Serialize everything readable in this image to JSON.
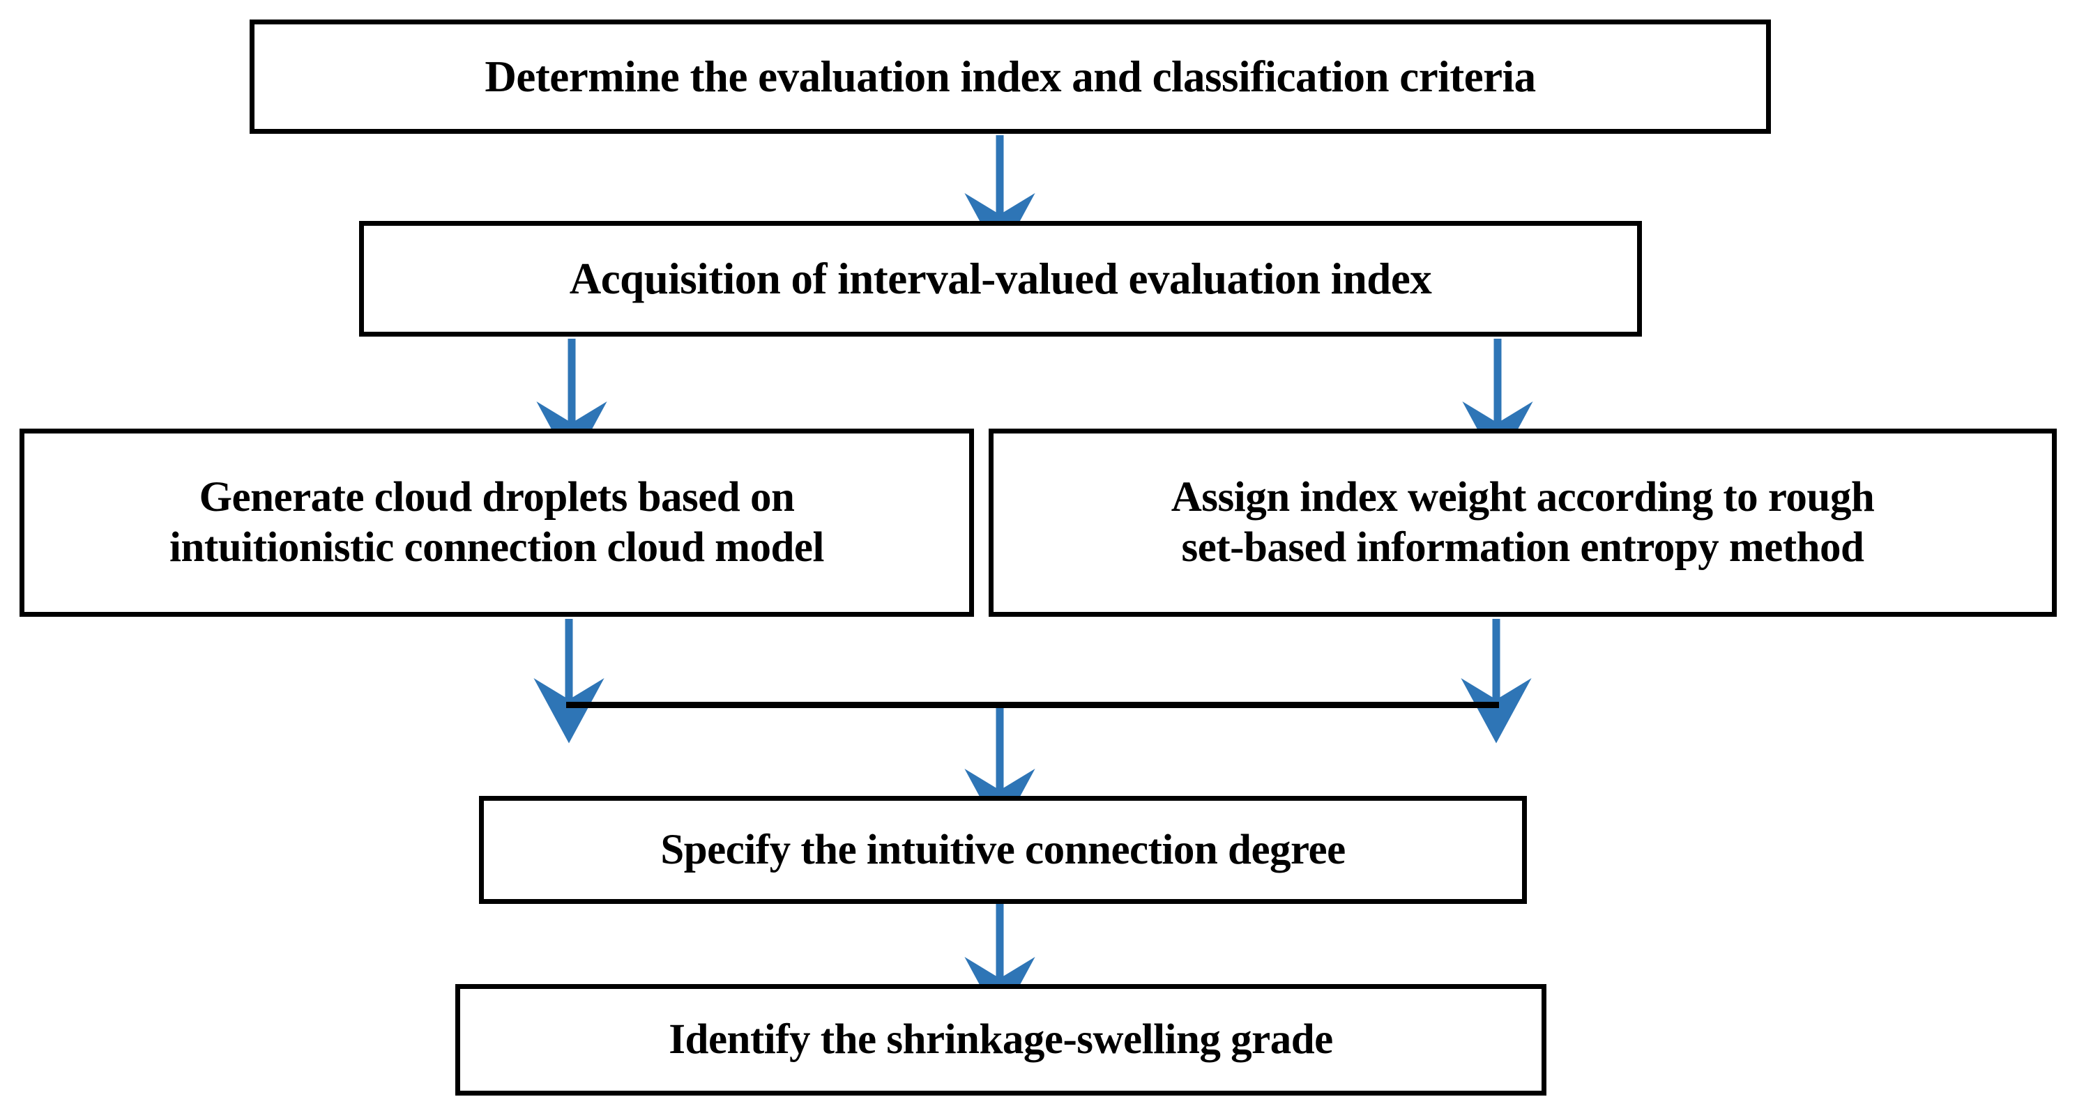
{
  "diagram": {
    "title": "Shrinkage-swelling grade evaluation flowchart",
    "type": "flowchart",
    "orientation": "top-to-bottom",
    "background_color": "#ffffff",
    "box_border_color": "#000000",
    "arrow_color": "#2E75B6",
    "merge_bar_color": "#000000",
    "nodes": [
      {
        "id": "determine",
        "label": "Determine the evaluation index and classification criteria",
        "row": 1
      },
      {
        "id": "acquisition",
        "label": "Acquisition of interval-valued evaluation index",
        "row": 2
      },
      {
        "id": "cloud_droplets",
        "label": "Generate cloud droplets based on\nintuitionistic connection cloud model",
        "row": 3
      },
      {
        "id": "index_weight",
        "label": "Assign index weight according to rough\nset-based information entropy method",
        "row": 3
      },
      {
        "id": "connection_degree",
        "label": "Specify the intuitive connection degree",
        "row": 4
      },
      {
        "id": "identify_grade",
        "label": "Identify the shrinkage-swelling grade",
        "row": 5
      }
    ],
    "edges": [
      {
        "id": "e1",
        "from": "determine",
        "to": "acquisition",
        "style": "arrow-down"
      },
      {
        "id": "e2",
        "from": "acquisition",
        "to": "cloud_droplets",
        "style": "arrow-down"
      },
      {
        "id": "e3",
        "from": "acquisition",
        "to": "index_weight",
        "style": "arrow-down"
      },
      {
        "id": "e4",
        "from": "cloud_droplets",
        "to": "merge_bar",
        "style": "arrow-down"
      },
      {
        "id": "e5",
        "from": "index_weight",
        "to": "merge_bar",
        "style": "arrow-down"
      },
      {
        "id": "e6",
        "from": "merge_bar",
        "to": "connection_degree",
        "style": "arrow-down"
      },
      {
        "id": "e7",
        "from": "connection_degree",
        "to": "identify_grade",
        "style": "arrow-down"
      }
    ]
  }
}
